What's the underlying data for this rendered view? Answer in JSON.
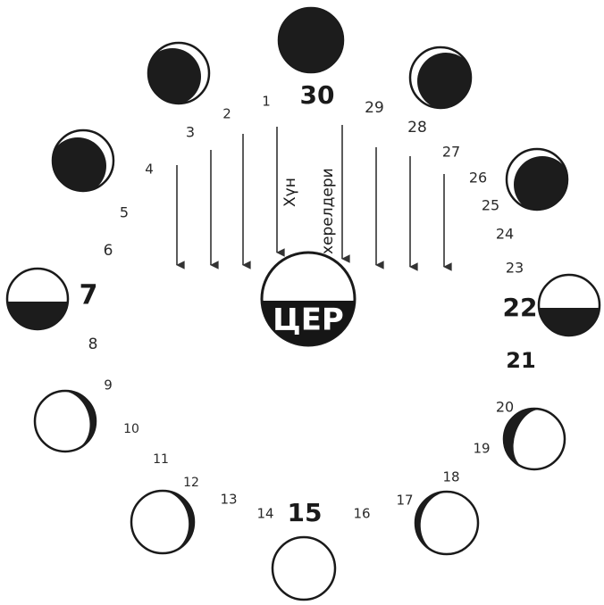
{
  "earth": {
    "label": "ЦЕР"
  },
  "sun_rays": {
    "label_line1": "Хүн",
    "label_line2": "херелдери"
  },
  "day_numbers": [
    {
      "text": "30",
      "big": true
    },
    {
      "text": "1"
    },
    {
      "text": "2"
    },
    {
      "text": "3"
    },
    {
      "text": "4"
    },
    {
      "text": "5"
    },
    {
      "text": "6"
    },
    {
      "text": "7",
      "big": true
    },
    {
      "text": "8"
    },
    {
      "text": "9"
    },
    {
      "text": "10"
    },
    {
      "text": "11"
    },
    {
      "text": "12"
    },
    {
      "text": "13"
    },
    {
      "text": "14"
    },
    {
      "text": "15",
      "big": true
    },
    {
      "text": "16"
    },
    {
      "text": "17"
    },
    {
      "text": "18"
    },
    {
      "text": "19"
    },
    {
      "text": "20"
    },
    {
      "text": "21",
      "big": true
    },
    {
      "text": "22",
      "big": true
    },
    {
      "text": "23"
    },
    {
      "text": "24"
    },
    {
      "text": "25"
    },
    {
      "text": "26"
    },
    {
      "text": "27"
    },
    {
      "text": "28"
    },
    {
      "text": "29"
    }
  ],
  "moon_phases": [
    {
      "name": "new-moon",
      "phase": "new"
    },
    {
      "name": "waxing-crescent-3",
      "phase": "crescent-right-sliver"
    },
    {
      "name": "waxing-crescent-4",
      "phase": "crescent-right-sliver"
    },
    {
      "name": "first-quarter",
      "phase": "half-bottom-dark"
    },
    {
      "name": "waxing-gibbous",
      "phase": "gibbous"
    },
    {
      "name": "waxing-gibbous-2",
      "phase": "gibbous"
    },
    {
      "name": "full-moon",
      "phase": "full"
    },
    {
      "name": "waning-gibbous",
      "phase": "gibbous"
    },
    {
      "name": "waning-gibbous-2",
      "phase": "gibbous"
    },
    {
      "name": "last-quarter",
      "phase": "half-bottom-dark"
    },
    {
      "name": "waning-crescent-26",
      "phase": "crescent-left-sliver"
    },
    {
      "name": "waning-crescent-28",
      "phase": "crescent-left-sliver"
    }
  ]
}
